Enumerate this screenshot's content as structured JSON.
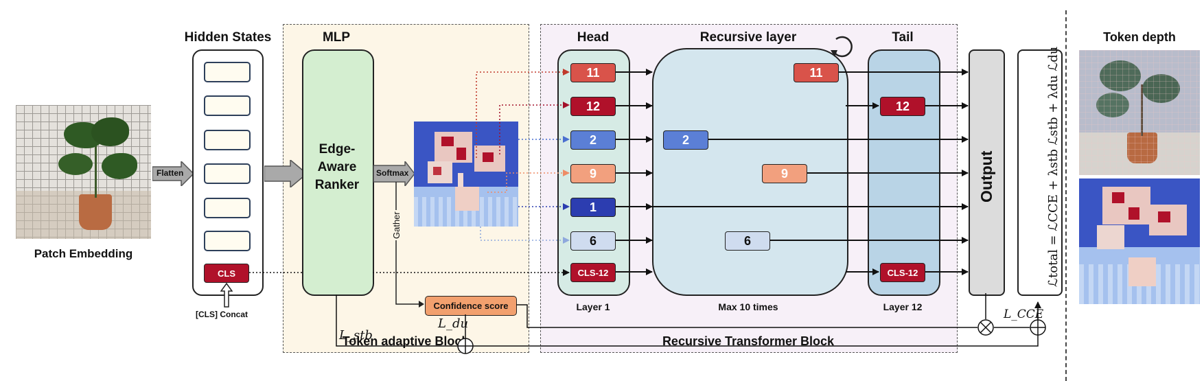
{
  "patch_embedding": {
    "label": "Patch Embedding"
  },
  "hidden_states": {
    "title": "Hidden States",
    "cls_label": "CLS",
    "concat_label": "[CLS] Concat"
  },
  "flatten_label": "Flatten",
  "mlp": {
    "title": "MLP",
    "ranker_label": "Edge-Aware Ranker"
  },
  "softmax_label": "Softmax",
  "gather_label": "Gather",
  "confidence_label": "Confidence score",
  "token_adaptive": {
    "title": "Token adaptive Block"
  },
  "recursive_block": {
    "title": "Recursive Transformer Block"
  },
  "head": {
    "title": "Head",
    "layer_label": "Layer 1"
  },
  "recursive_layer": {
    "title": "Recursive layer",
    "caption": "Max 10 times"
  },
  "tail": {
    "title": "Tail",
    "layer_label": "Layer 12"
  },
  "output_label": "Output",
  "tokens": {
    "head": [
      "11",
      "12",
      "2",
      "9",
      "1",
      "6",
      "CLS-12"
    ],
    "recursive": [
      "11",
      "2",
      "9",
      "6"
    ],
    "tail": [
      "12",
      "CLS-12"
    ]
  },
  "losses": {
    "stb": "L_stb",
    "du": "L_du",
    "cce": "L_CCE",
    "total": "ℒtotal = ℒCCE + λstb ℒstb + λdu ℒdu"
  },
  "token_depth": {
    "title": "Token depth"
  },
  "colors": {
    "dark_red": "#b0112a",
    "red": "#d9534a",
    "blue": "#5b7fd6",
    "navy": "#2c3db0",
    "salmon": "#f2a07e",
    "pale_blue": "#cfdcef",
    "confidence": "#f2a06e"
  }
}
